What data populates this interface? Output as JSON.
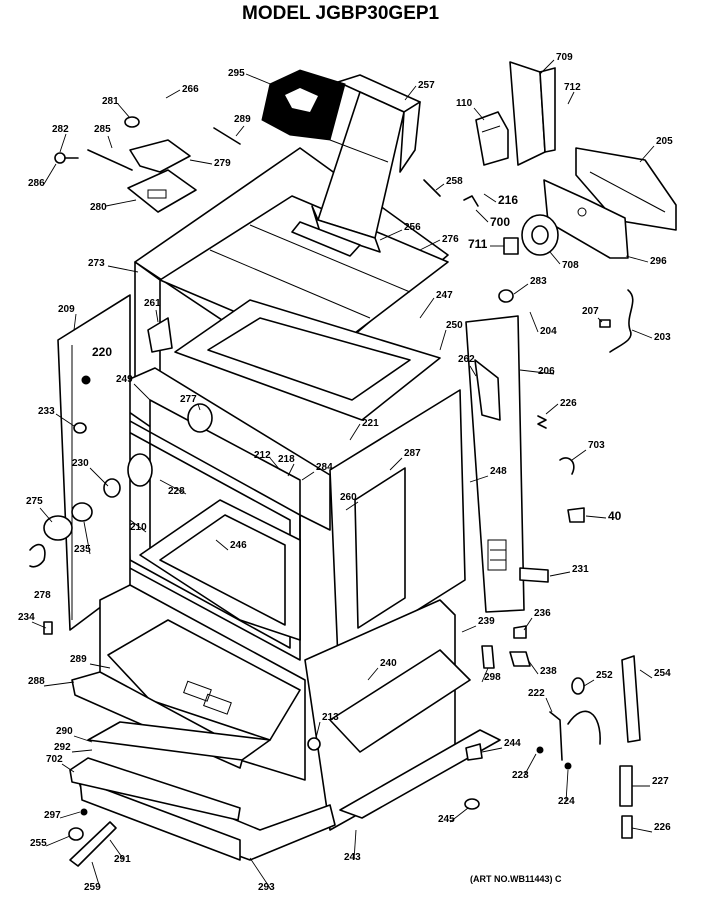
{
  "title": "MODEL JGBP30GEP1",
  "art_number": "(ART NO.WB11443) C",
  "part_labels": [
    "295",
    "257",
    "266",
    "281",
    "289",
    "282",
    "285",
    "279",
    "286",
    "280",
    "709",
    "712",
    "110",
    "205",
    "258",
    "216",
    "700",
    "711",
    "708",
    "296",
    "276",
    "273",
    "256",
    "283",
    "207",
    "204",
    "203",
    "247",
    "209",
    "261",
    "250",
    "262",
    "220",
    "206",
    "249",
    "277",
    "226",
    "233",
    "221",
    "287",
    "212",
    "218",
    "284",
    "230",
    "703",
    "228",
    "260",
    "248",
    "275",
    "40",
    "210",
    "246",
    "231",
    "235",
    "278",
    "236",
    "234",
    "239",
    "289",
    "288",
    "298",
    "240",
    "238",
    "252",
    "254",
    "222",
    "290",
    "213",
    "292",
    "244",
    "702",
    "223",
    "227",
    "224",
    "297",
    "245",
    "255",
    "291",
    "243",
    "226",
    "259",
    "293"
  ]
}
